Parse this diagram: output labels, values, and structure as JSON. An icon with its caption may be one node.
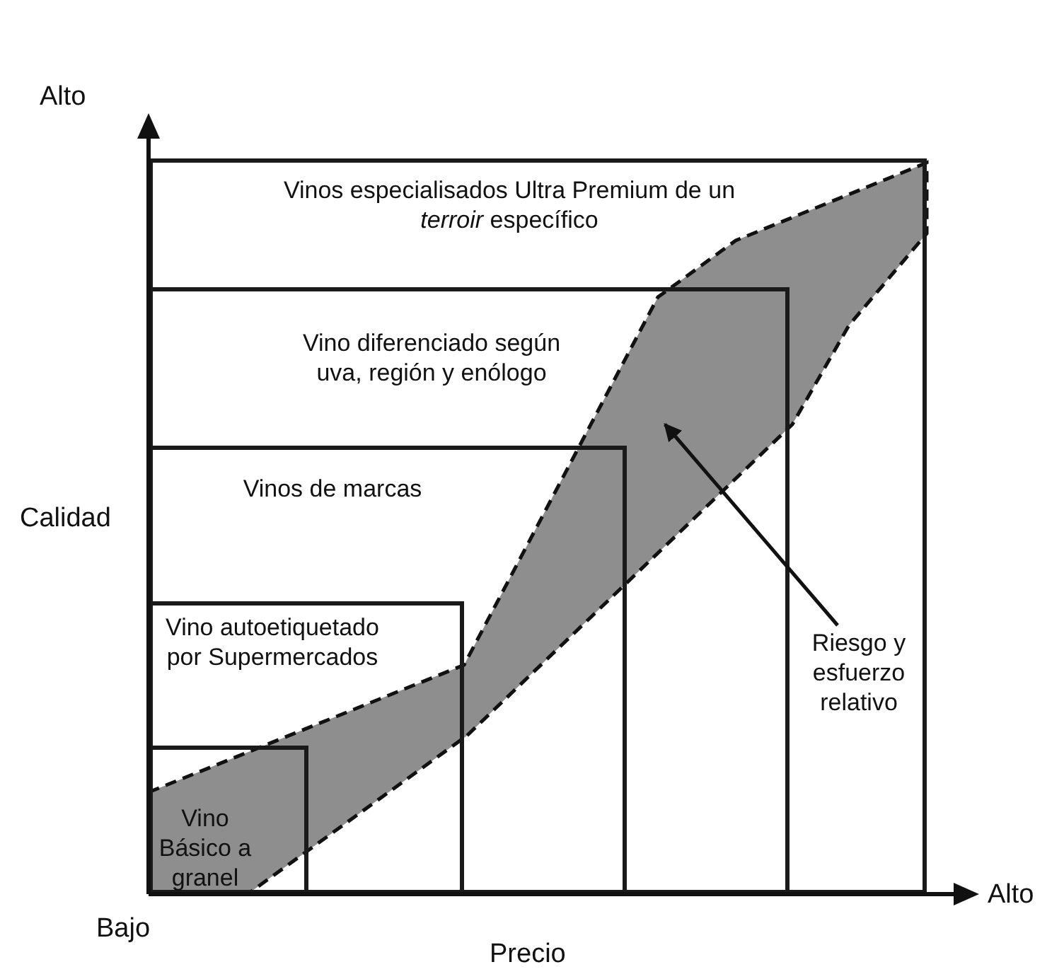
{
  "diagram": {
    "nodes": [
      {
        "text": [
          "Vinos especialisados Ultra Premium de un *terroir* específico"
        ]
      },
      {
        "text": [
          "Vino diferenciado según uva, región y enólogo"
        ],
        "in": 0
      },
      {
        "text": [
          "Vinos de marcas"
        ],
        "in": 1
      },
      {
        "text": [
          "Vino autoetiquetado por Supermercados"
        ],
        "in": 2
      },
      {
        "text": [
          "Vino Básico a granel"
        ],
        "in": 3
      },
      {
        "text": [],
        "shape": "band"
      },
      {
        "text": [
          "Riesgo y esfuerzo relativo"
        ],
        "in": 0
      }
    ],
    "edges": [
      {
        "from": 6,
        "to": 5,
        "arrow": "to"
      }
    ],
    "labels": [
      "Alto",
      "Calidad",
      "Bajo",
      "Precio",
      "Alto"
    ]
  }
}
